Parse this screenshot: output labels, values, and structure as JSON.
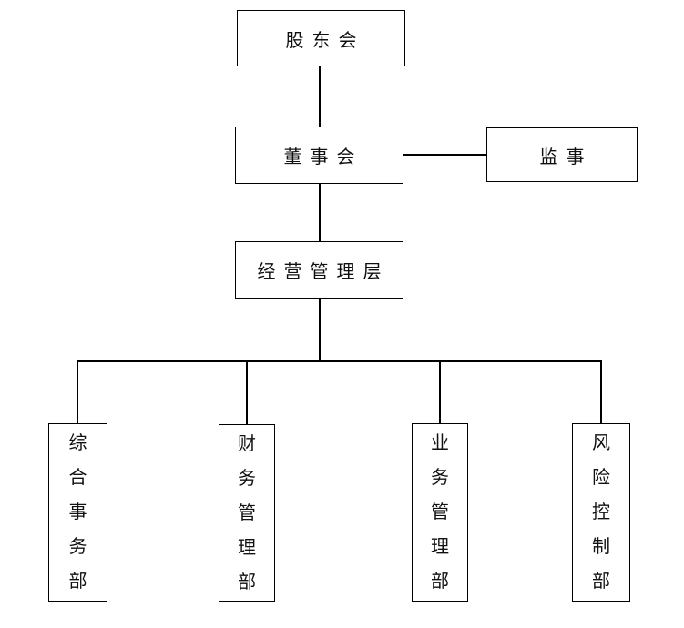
{
  "diagram": {
    "type": "organization-chart",
    "background_color": "#ffffff",
    "line_color": "#000000",
    "text_color": "#111111",
    "nodes": {
      "shareholders": {
        "label": "股东会",
        "orientation": "horizontal"
      },
      "board": {
        "label": "董事会",
        "orientation": "horizontal"
      },
      "supervisor": {
        "label": "监事",
        "orientation": "horizontal"
      },
      "management": {
        "label": "经营管理层",
        "orientation": "horizontal"
      },
      "dept_general_affairs": {
        "label": "综合事务部",
        "orientation": "vertical"
      },
      "dept_finance": {
        "label": "财务管理部",
        "orientation": "vertical"
      },
      "dept_business": {
        "label": "业务管理部",
        "orientation": "vertical"
      },
      "dept_risk_control": {
        "label": "风险控制部",
        "orientation": "vertical"
      }
    },
    "edges": [
      {
        "from": "股东会",
        "to": "董事会"
      },
      {
        "from": "董事会",
        "to": "监事"
      },
      {
        "from": "董事会",
        "to": "经营管理层"
      },
      {
        "from": "经营管理层",
        "to": "综合事务部"
      },
      {
        "from": "经营管理层",
        "to": "财务管理部"
      },
      {
        "from": "经营管理层",
        "to": "业务管理部"
      },
      {
        "from": "经营管理层",
        "to": "风险控制部"
      }
    ]
  }
}
